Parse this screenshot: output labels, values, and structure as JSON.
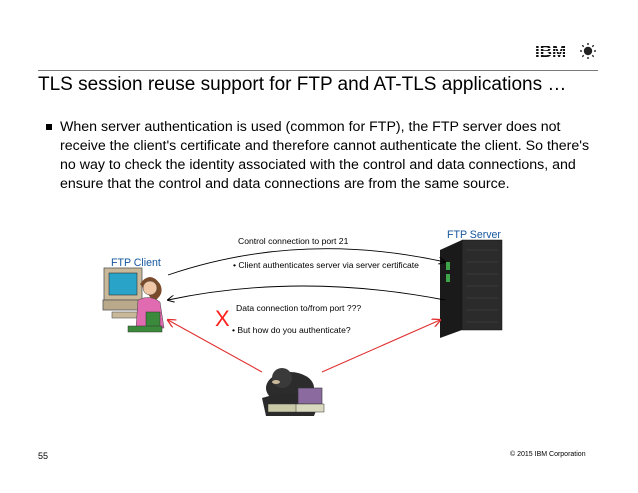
{
  "header": {
    "logo_text": "IBM",
    "title": "TLS session reuse support for FTP and AT-TLS applications …"
  },
  "bullet": {
    "text": "When server authentication is used (common for FTP), the FTP server does not receive the client's certificate and therefore cannot authenticate the client. So there's no way to check the identity associated with the control and data connections, and ensure that the control and data connections are from the same source."
  },
  "diagram": {
    "client_label": "FTP Client",
    "server_label": "FTP Server",
    "control_connection": "Control connection to port 21",
    "control_note": "• Client authenticates server via server certificate",
    "data_connection": "Data connection to/from port ???",
    "data_note": "• But how do you authenticate?",
    "x_mark": "X"
  },
  "footer": {
    "page_number": "55",
    "copyright": "© 2015 IBM Corporation"
  },
  "colors": {
    "heading_blue": "#14569e",
    "attack_red": "#e03030",
    "x_red": "#ff2020"
  }
}
